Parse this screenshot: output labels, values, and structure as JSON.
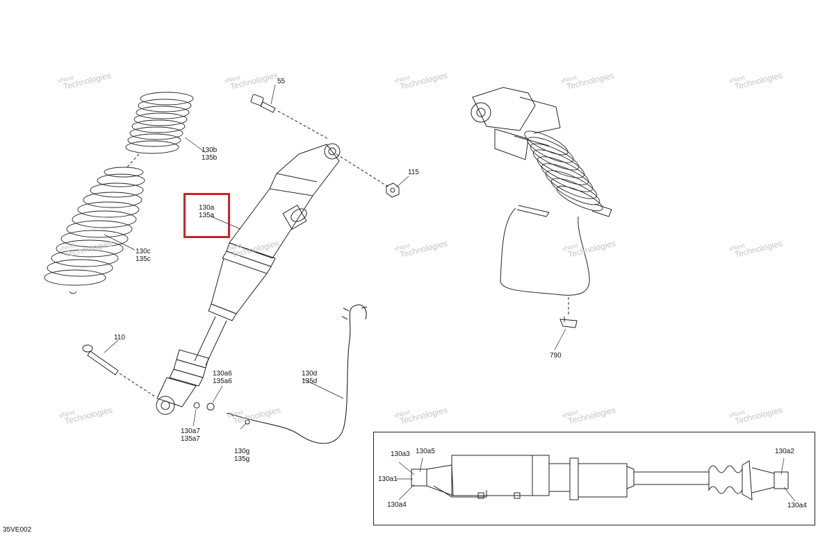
{
  "labels": {
    "b55": "55",
    "b115": "115",
    "b110": "110",
    "b790": "790",
    "b130b": "130b",
    "b135b": "135b",
    "b130c": "130c",
    "b135c": "135c",
    "b130a": "130a",
    "b135a": "135a",
    "b130d": "130d",
    "b135d": "135d",
    "b130a6": "130a6",
    "b135a6": "135a6",
    "b130a7": "130a7",
    "b135a7": "135a7",
    "b130g": "130g",
    "b135g": "135g",
    "b130a3": "130a3",
    "b130a5": "130a5",
    "b130a1": "130a1",
    "b130a4_left": "130a4",
    "b130a2": "130a2",
    "b130a4_right": "130a4"
  },
  "watermark": {
    "line1": "vNext",
    "line2": "Technologies",
    "color": "#c4c4c4"
  },
  "diagram_code": "35VE002",
  "highlight_color": "#d11f2a"
}
